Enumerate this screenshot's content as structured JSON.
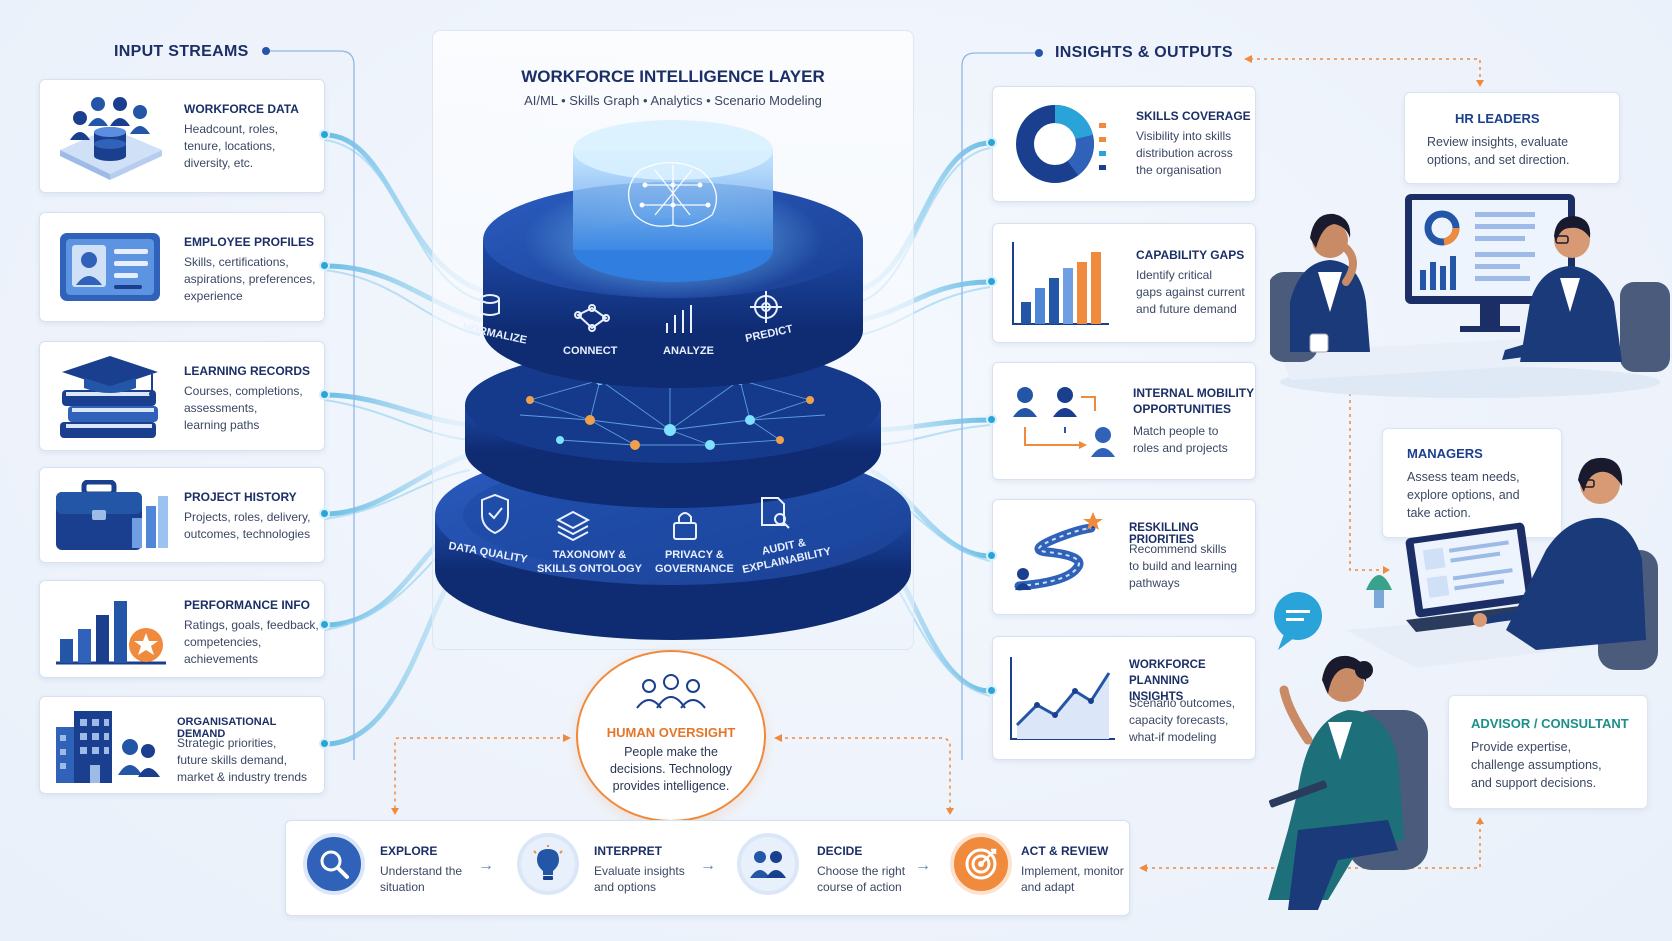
{
  "colors": {
    "navy": "#1b2f66",
    "blue": "#2456a8",
    "cyan": "#2aa3d9",
    "orange": "#f08a3c",
    "teal": "#1d8f8a"
  },
  "input_streams": {
    "title": "INPUT STREAMS",
    "items": [
      {
        "title": "WORKFORCE DATA",
        "desc": "Headcount, roles,\ntenure, locations,\ndiversity, etc.",
        "icon": "people-database-icon"
      },
      {
        "title": "EMPLOYEE PROFILES",
        "desc": "Skills, certifications,\naspirations, preferences,\nexperience",
        "icon": "profile-card-icon"
      },
      {
        "title": "LEARNING RECORDS",
        "desc": "Courses, completions,\nassessments,\nlearning paths",
        "icon": "books-graduation-icon"
      },
      {
        "title": "PROJECT HISTORY",
        "desc": "Projects, roles, delivery,\noutcomes, technologies",
        "icon": "briefcase-icon"
      },
      {
        "title": "PERFORMANCE INFO",
        "desc": "Ratings, goals, feedback,\ncompetencies,\nachievements",
        "icon": "bar-chart-star-icon"
      },
      {
        "title": "ORGANISATIONAL DEMAND",
        "desc": "Strategic priorities,\nfuture skills demand,\nmarket & industry trends",
        "icon": "building-people-icon"
      }
    ]
  },
  "core": {
    "title": "WORKFORCE INTELLIGENCE LAYER",
    "subtitle": "AI/ML • Skills Graph • Analytics • Scenario Modeling",
    "top_ring": [
      "NORMALIZE",
      "CONNECT",
      "ANALYZE",
      "PREDICT"
    ],
    "bottom_ring": [
      "DATA QUALITY",
      "TAXONOMY &\nSKILLS ONTOLOGY",
      "PRIVACY &\nGOVERNANCE",
      "AUDIT &\nEXPLAINABILITY"
    ]
  },
  "human_oversight": {
    "title": "HUMAN OVERSIGHT",
    "desc": "People make the\ndecisions. Technology\nprovides intelligence."
  },
  "insights": {
    "title": "INSIGHTS & OUTPUTS",
    "items": [
      {
        "title": "SKILLS COVERAGE",
        "desc": "Visibility into skills\ndistribution across\nthe organisation",
        "icon": "donut-chart-icon"
      },
      {
        "title": "CAPABILITY GAPS",
        "desc": "Identify critical\ngaps against current\nand future demand",
        "icon": "bar-chart-icon"
      },
      {
        "title": "INTERNAL MOBILITY\nOPPORTUNITIES",
        "desc": "Match people to\nroles and projects",
        "icon": "people-match-icon"
      },
      {
        "title": "RESKILLING PRIORITIES",
        "desc": "Recommend skills\nto build and learning\npathways",
        "icon": "path-star-icon"
      },
      {
        "title": "WORKFORCE PLANNING\nINSIGHTS",
        "desc": "Scenario outcomes,\ncapacity forecasts,\nwhat-if modeling",
        "icon": "line-chart-icon"
      }
    ]
  },
  "roles": [
    {
      "title": "HR LEADERS",
      "desc": "Review insights, evaluate\noptions, and set direction."
    },
    {
      "title": "MANAGERS",
      "desc": "Assess team needs,\nexplore options, and\ntake action."
    },
    {
      "title": "ADVISOR / CONSULTANT",
      "desc": "Provide expertise,\nchallenge assumptions,\nand support decisions."
    }
  ],
  "steps": [
    {
      "title": "EXPLORE",
      "desc": "Understand the\nsituation",
      "icon": "magnifier-icon"
    },
    {
      "title": "INTERPRET",
      "desc": "Evaluate insights\nand options",
      "icon": "lightbulb-icon"
    },
    {
      "title": "DECIDE",
      "desc": "Choose the right\ncourse of action",
      "icon": "people-decide-icon"
    },
    {
      "title": "ACT & REVIEW",
      "desc": "Implement, monitor\nand adapt",
      "icon": "target-icon"
    }
  ]
}
